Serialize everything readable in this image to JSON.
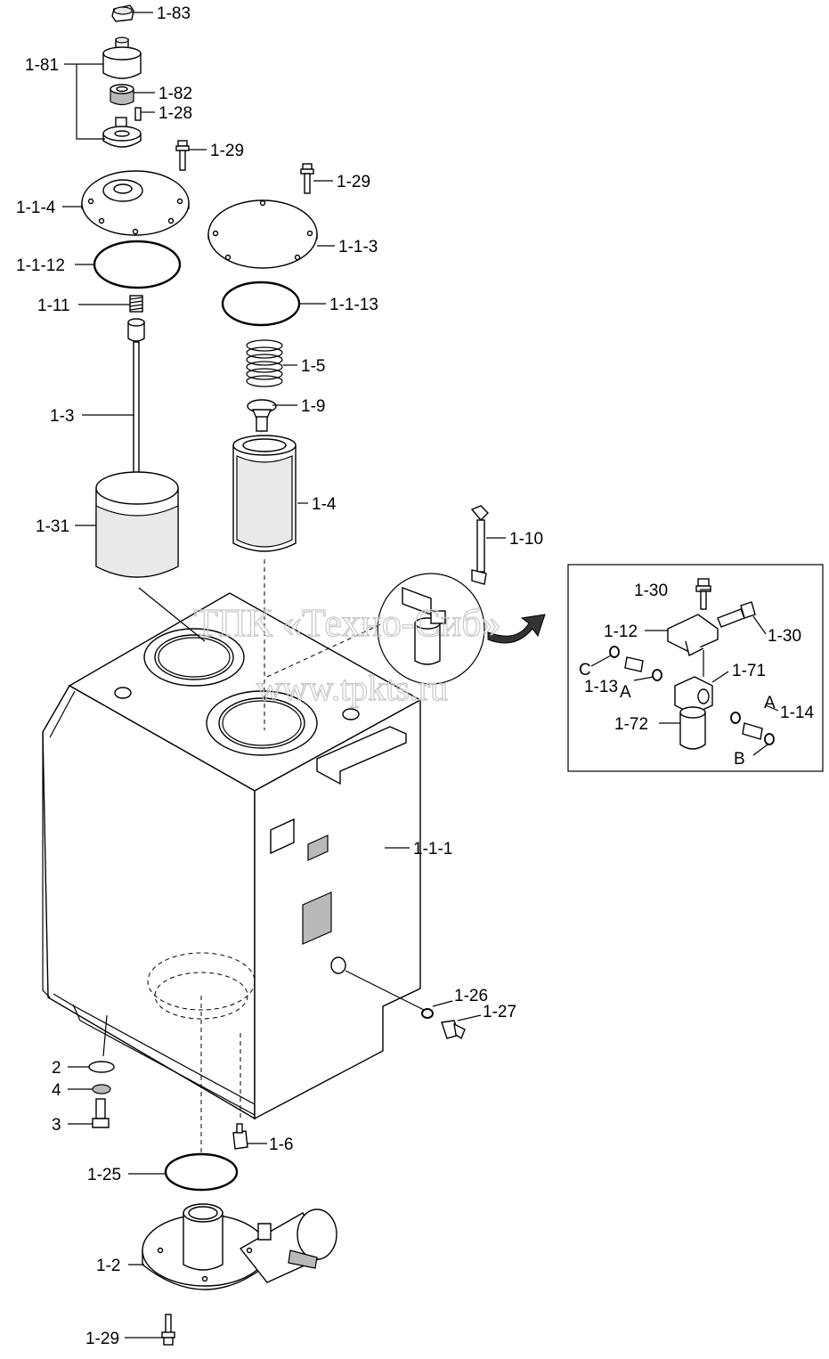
{
  "watermark": {
    "line1": "ТПК «Техно-Сиб»",
    "line2": "www.tpkts.ru"
  },
  "labels": [
    {
      "id": "p1-83",
      "text": "1-83"
    },
    {
      "id": "p1-81",
      "text": "1-81"
    },
    {
      "id": "p1-82",
      "text": "1-82"
    },
    {
      "id": "p1-28",
      "text": "1-28"
    },
    {
      "id": "p1-29a",
      "text": "1-29"
    },
    {
      "id": "p1-29b",
      "text": "1-29"
    },
    {
      "id": "p1-1-4",
      "text": "1-1-4"
    },
    {
      "id": "p1-1-3",
      "text": "1-1-3"
    },
    {
      "id": "p1-1-12",
      "text": "1-1-12"
    },
    {
      "id": "p1-1-13",
      "text": "1-1-13"
    },
    {
      "id": "p1-11",
      "text": "1-11"
    },
    {
      "id": "p1-5",
      "text": "1-5"
    },
    {
      "id": "p1-9",
      "text": "1-9"
    },
    {
      "id": "p1-3",
      "text": "1-3"
    },
    {
      "id": "p1-4",
      "text": "1-4"
    },
    {
      "id": "p1-31",
      "text": "1-31"
    },
    {
      "id": "p1-10",
      "text": "1-10"
    },
    {
      "id": "p1-30a",
      "text": "1-30"
    },
    {
      "id": "p1-30b",
      "text": "1-30"
    },
    {
      "id": "p1-12",
      "text": "1-12"
    },
    {
      "id": "pC",
      "text": "C"
    },
    {
      "id": "p1-13",
      "text": "1-13"
    },
    {
      "id": "pA1",
      "text": "A"
    },
    {
      "id": "p1-71",
      "text": "1-71"
    },
    {
      "id": "pA2",
      "text": "A"
    },
    {
      "id": "p1-14",
      "text": "1-14"
    },
    {
      "id": "p1-72",
      "text": "1-72"
    },
    {
      "id": "pB",
      "text": "B"
    },
    {
      "id": "p1-1-1",
      "text": "1-1-1"
    },
    {
      "id": "p1-26",
      "text": "1-26"
    },
    {
      "id": "p1-27",
      "text": "1-27"
    },
    {
      "id": "p2",
      "text": "2"
    },
    {
      "id": "p4",
      "text": "4"
    },
    {
      "id": "p3",
      "text": "3"
    },
    {
      "id": "p1-6",
      "text": "1-6"
    },
    {
      "id": "p1-25",
      "text": "1-25"
    },
    {
      "id": "p1-2",
      "text": "1-2"
    },
    {
      "id": "p1-29c",
      "text": "1-29"
    }
  ]
}
